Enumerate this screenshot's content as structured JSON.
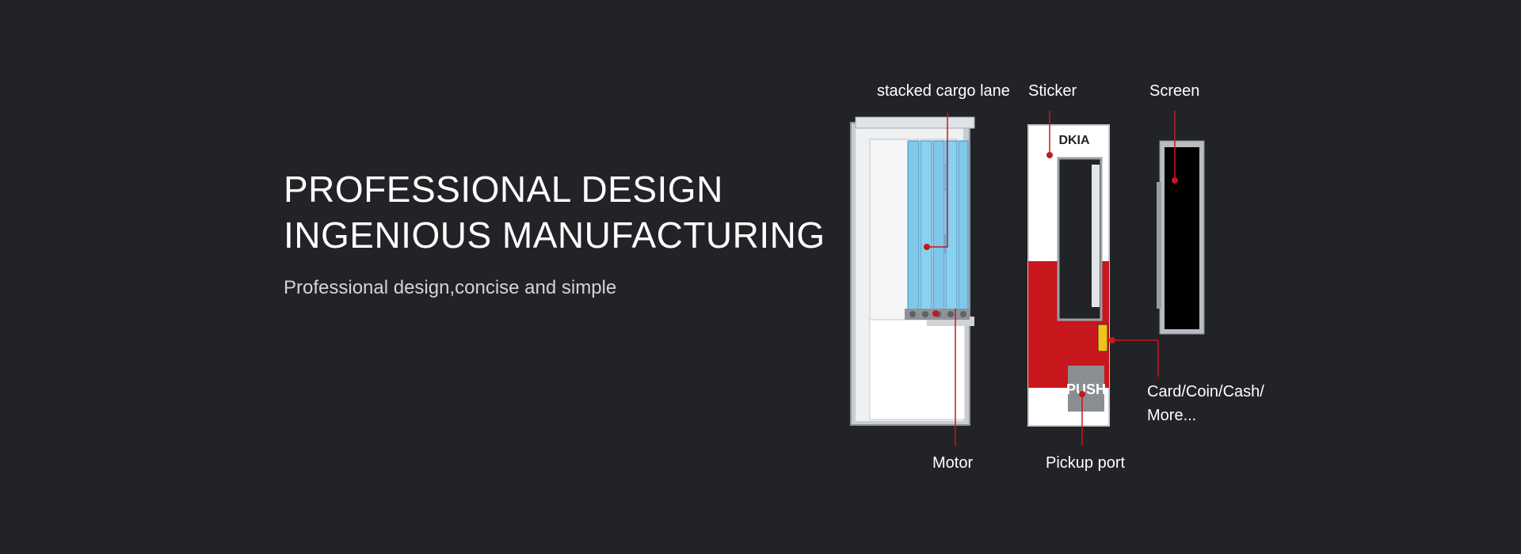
{
  "hero": {
    "title_line1": "PROFESSIONAL DESIGN",
    "title_line2": "INGENIOUS MANUFACTURING",
    "subtitle": "Professional design,concise and simple"
  },
  "diagram": {
    "labels": {
      "cargo_lane": "stacked cargo lane",
      "sticker": "Sticker",
      "screen": "Screen",
      "payment_line1": "Card/Coin/Cash/",
      "payment_line2": "More...",
      "motor": "Motor",
      "pickup_port": "Pickup port"
    },
    "door": {
      "brand": "DKIA",
      "push": "PUSH"
    }
  },
  "colors": {
    "background": "#222326",
    "accent_red": "#c8161d",
    "lane_blue": "#7fc8ea"
  }
}
